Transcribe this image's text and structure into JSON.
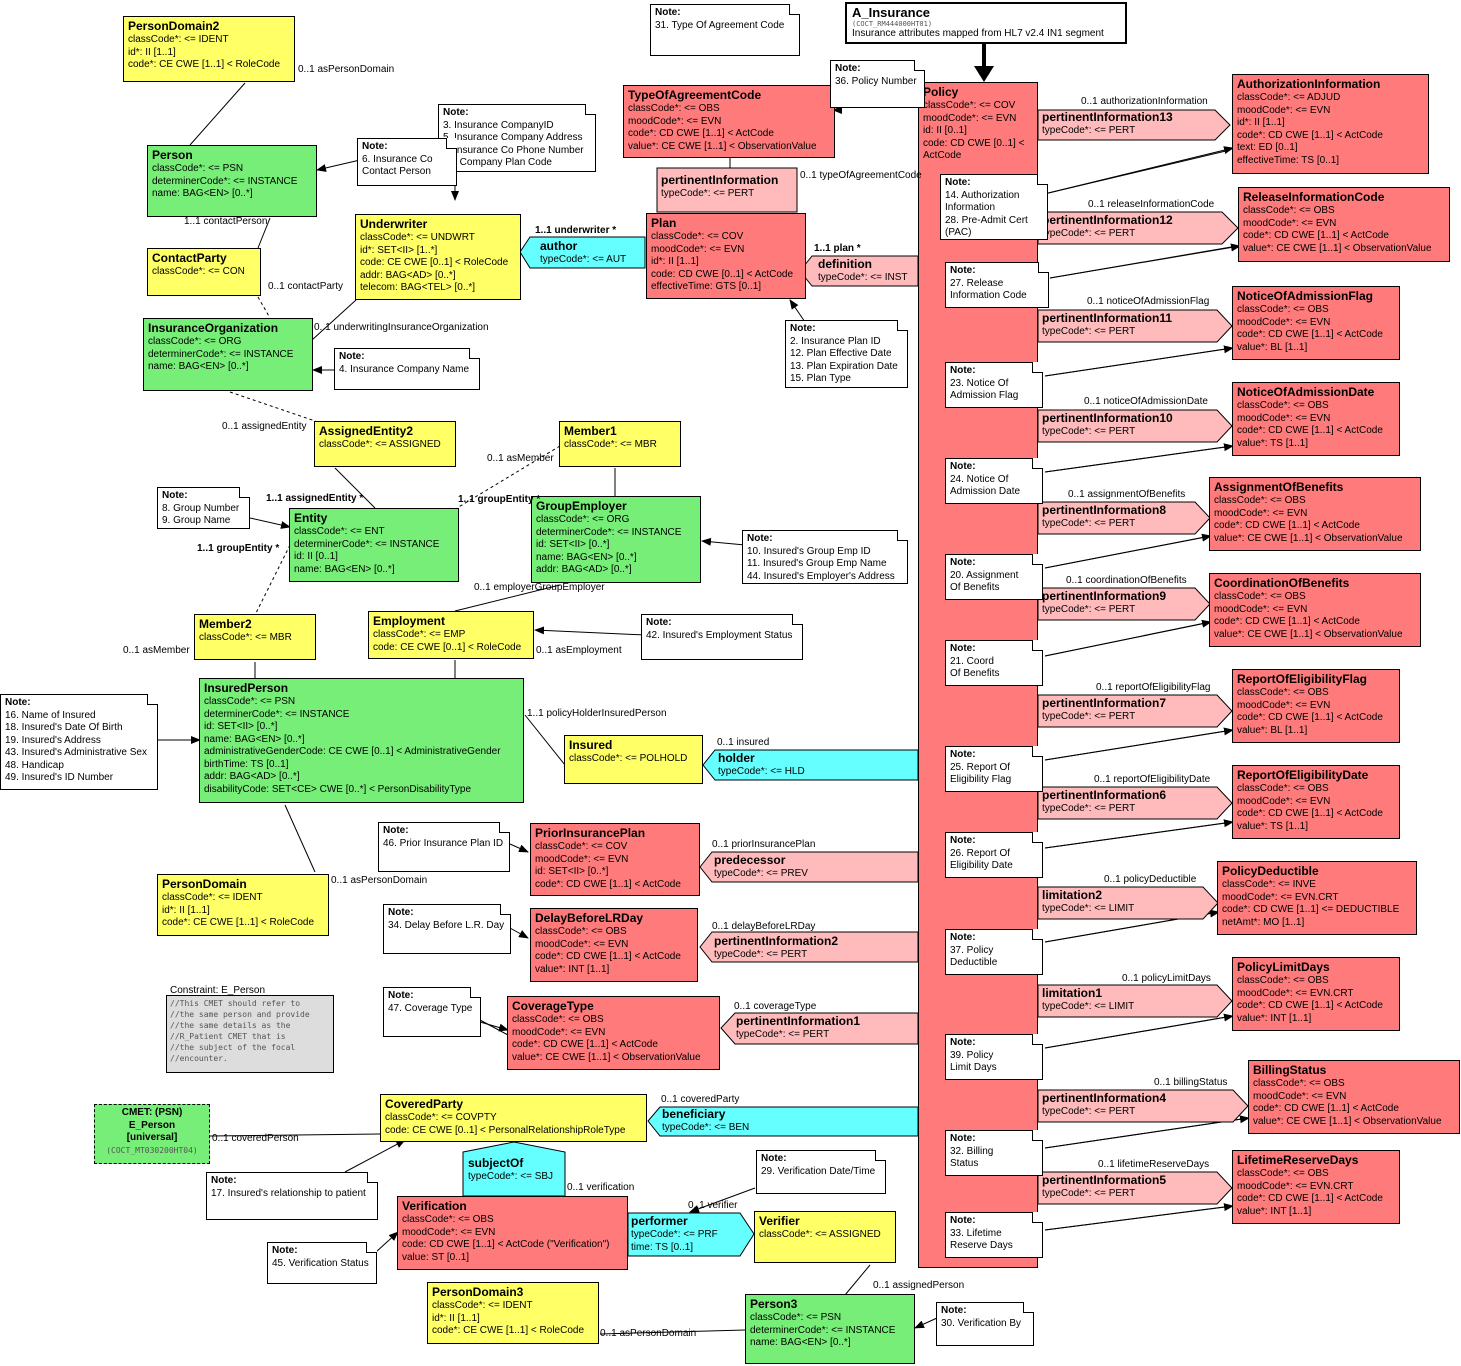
{
  "title": {
    "name": "A_Insurance",
    "code": "(COCT_RM444000HT01)",
    "subtitle": "Insurance attributes mapped from HL7 v2.4 IN1 segment"
  },
  "classes": {
    "person_domain2": {
      "name": "PersonDomain2",
      "lines": [
        "classCode*: <= IDENT",
        "id*: II [1..1]",
        "code*: CE CWE [1..1] < RoleCode"
      ]
    },
    "person": {
      "name": "Person",
      "lines": [
        "classCode*: <= PSN",
        "determinerCode*: <= INSTANCE",
        "name: BAG<EN> [0..*]"
      ]
    },
    "contact_party": {
      "name": "ContactParty",
      "lines": [
        "classCode*: <= CON"
      ]
    },
    "insurance_org": {
      "name": "InsuranceOrganization",
      "lines": [
        "classCode*: <= ORG",
        "determinerCode*: <= INSTANCE",
        "name: BAG<EN> [0..*]"
      ]
    },
    "underwriter": {
      "name": "Underwriter",
      "lines": [
        "classCode*: <= UNDWRT",
        "id*: SET<II> [1..*]",
        "code: CE CWE [0..1] < RoleCode",
        "addr: BAG<AD> [0..*]",
        "telecom: BAG<TEL> [0..*]"
      ]
    },
    "type_of_agreement_code": {
      "name": "TypeOfAgreementCode",
      "lines": [
        "classCode*: <= OBS",
        "moodCode*: <= EVN",
        "code*: CD CWE [1..1] < ActCode",
        "value*: CE CWE [1..1] < ObservationValue"
      ]
    },
    "plan": {
      "name": "Plan",
      "lines": [
        "classCode*: <= COV",
        "moodCode*: <= EVN",
        "id*: II [1..1]",
        "code: CD CWE [0..1] < ActCode",
        "effectiveTime: GTS [0..1]"
      ]
    },
    "policy": {
      "name": "Policy",
      "lines": [
        "classCode*: <= COV",
        "moodCode*: <= EVN",
        "id: II [0..1]",
        "code: CD CWE [0..1] <",
        "ActCode"
      ]
    },
    "assigned_entity2": {
      "name": "AssignedEntity2",
      "lines": [
        "classCode*: <= ASSIGNED"
      ]
    },
    "member1": {
      "name": "Member1",
      "lines": [
        "classCode*: <= MBR"
      ]
    },
    "entity": {
      "name": "Entity",
      "lines": [
        "classCode*: <= ENT",
        "determinerCode*: <= INSTANCE",
        "id: II [0..1]",
        "name: BAG<EN> [0..*]"
      ]
    },
    "group_employer": {
      "name": "GroupEmployer",
      "lines": [
        "classCode*: <= ORG",
        "determinerCode*: <= INSTANCE",
        "id: SET<II> [0..*]",
        "name: BAG<EN> [0..*]",
        "addr: BAG<AD> [0..*]"
      ]
    },
    "member2": {
      "name": "Member2",
      "lines": [
        "classCode*: <= MBR"
      ]
    },
    "employment": {
      "name": "Employment",
      "lines": [
        "classCode*: <= EMP",
        "code: CE CWE [0..1] < RoleCode"
      ]
    },
    "insured_person": {
      "name": "InsuredPerson",
      "lines": [
        "classCode*: <= PSN",
        "determinerCode*: <= INSTANCE",
        "id: SET<II> [0..*]",
        "name: BAG<EN> [0..*]",
        "administrativeGenderCode: CE CWE [0..1] < AdministrativeGender",
        "birthTime: TS [0..1]",
        "addr: BAG<AD> [0..*]",
        "disabilityCode: SET<CE> CWE [0..*] < PersonDisabilityType"
      ]
    },
    "insured": {
      "name": "Insured",
      "lines": [
        "classCode*: <= POLHOLD"
      ]
    },
    "person_domain": {
      "name": "PersonDomain",
      "lines": [
        "classCode*: <= IDENT",
        "id*: II [1..1]",
        "code*: CE CWE [1..1] < RoleCode"
      ]
    },
    "prior_insurance_plan": {
      "name": "PriorInsurancePlan",
      "lines": [
        "classCode*: <= COV",
        "moodCode*: <= EVN",
        "id: SET<II> [0..*]",
        "code*: CD CWE [1..1] < ActCode"
      ]
    },
    "delay_before_lr_day": {
      "name": "DelayBeforeLRDay",
      "lines": [
        "classCode*: <= OBS",
        "moodCode*: <= EVN",
        "code*: CD CWE [1..1] < ActCode",
        "value*: INT [1..1]"
      ]
    },
    "coverage_type": {
      "name": "CoverageType",
      "lines": [
        "classCode*: <= OBS",
        "moodCode*: <= EVN",
        "code*: CD CWE [1..1] < ActCode",
        "value*: CE CWE [1..1] < ObservationValue"
      ]
    },
    "covered_party": {
      "name": "CoveredParty",
      "lines": [
        "classCode*: <= COVPTY",
        "code: CE CWE [0..1] < PersonalRelationshipRoleType"
      ]
    },
    "verification": {
      "name": "Verification",
      "lines": [
        "classCode*: <= OBS",
        "moodCode*: <= EVN",
        "code: CD CWE [1..1] < ActCode (\"Verification\")",
        "value: ST [0..1]"
      ]
    },
    "verifier": {
      "name": "Verifier",
      "lines": [
        "classCode*: <= ASSIGNED"
      ]
    },
    "person_domain3": {
      "name": "PersonDomain3",
      "lines": [
        "classCode*: <= IDENT",
        "id*: II [1..1]",
        "code*: CE CWE [1..1] < RoleCode"
      ]
    },
    "person3": {
      "name": "Person3",
      "lines": [
        "classCode*: <= PSN",
        "determinerCode*: <= INSTANCE",
        "name: BAG<EN> [0..*]"
      ]
    },
    "authorization_information": {
      "name": "AuthorizationInformation",
      "lines": [
        "classCode*: <= ADJUD",
        "moodCode*: <= EVN",
        "id*: II [1..1]",
        "code*: CD CWE [1..1] < ActCode",
        "text: ED [0..1]",
        "effectiveTime: TS [0..1]"
      ]
    },
    "release_information_code": {
      "name": "ReleaseInformationCode",
      "lines": [
        "classCode*: <= OBS",
        "moodCode*: <= EVN",
        "code*: CD CWE [1..1] < ActCode",
        "value*: CE CWE [1..1] < ObservationValue"
      ]
    },
    "notice_of_admission_flag": {
      "name": "NoticeOfAdmissionFlag",
      "lines": [
        "classCode*: <= OBS",
        "moodCode*: <= EVN",
        "code*: CD CWE [1..1] < ActCode",
        "value*: BL [1..1]"
      ]
    },
    "notice_of_admission_date": {
      "name": "NoticeOfAdmissionDate",
      "lines": [
        "classCode*: <= OBS",
        "moodCode*: <= EVN",
        "code*: CD CWE [1..1] < ActCode",
        "value*: TS [1..1]"
      ]
    },
    "assignment_of_benefits": {
      "name": "AssignmentOfBenefits",
      "lines": [
        "classCode*: <= OBS",
        "moodCode*: <= EVN",
        "code*: CD CWE [1..1] < ActCode",
        "value*: CE CWE [1..1] < ObservationValue"
      ]
    },
    "coordination_of_benefits": {
      "name": "CoordinationOfBenefits",
      "lines": [
        "classCode*: <= OBS",
        "moodCode*: <= EVN",
        "code*: CD CWE [1..1] < ActCode",
        "value*: CE CWE [1..1] < ObservationValue"
      ]
    },
    "report_of_eligibility_flag": {
      "name": "ReportOfEligibilityFlag",
      "lines": [
        "classCode*: <= OBS",
        "moodCode*: <= EVN",
        "code*: CD CWE [1..1] < ActCode",
        "value*: BL [1..1]"
      ]
    },
    "report_of_eligibility_date": {
      "name": "ReportOfEligibilityDate",
      "lines": [
        "classCode*: <= OBS",
        "moodCode*: <= EVN",
        "code*: CD CWE [1..1] < ActCode",
        "value*: TS [1..1]"
      ]
    },
    "policy_deductible": {
      "name": "PolicyDeductible",
      "lines": [
        "classCode*: <= INVE",
        "moodCode*: <= EVN.CRT",
        "code*: CD CWE [1..1] <= DEDUCTIBLE",
        "netAmt*: MO [1..1]"
      ]
    },
    "policy_limit_days": {
      "name": "PolicyLimitDays",
      "lines": [
        "classCode*: <= OBS",
        "moodCode*: <= EVN.CRT",
        "code*: CD CWE [1..1] < ActCode",
        "value*: INT [1..1]"
      ]
    },
    "billing_status": {
      "name": "BillingStatus",
      "lines": [
        "classCode*: <= OBS",
        "moodCode*: <= EVN",
        "code*: CD CWE [1..1] < ActCode",
        "value*: CE CWE [1..1] < ObservationValue"
      ]
    },
    "lifetime_reserve_days": {
      "name": "LifetimeReserveDays",
      "lines": [
        "classCode*: <= OBS",
        "moodCode*: <= EVN.CRT",
        "code*: CD CWE [1..1] < ActCode",
        "value*: INT [1..1]"
      ]
    }
  },
  "relationships": {
    "author": {
      "name": "author",
      "type": "typeCode*: <= AUT"
    },
    "definition": {
      "name": "definition",
      "type": "typeCode*: <= INST"
    },
    "pertinent_info_top": {
      "name": "pertinentInformation",
      "type": "typeCode*: <= PERT"
    },
    "holder": {
      "name": "holder",
      "type": "typeCode*: <= HLD"
    },
    "predecessor": {
      "name": "predecessor",
      "type": "typeCode*: <= PREV"
    },
    "pi2": {
      "name": "pertinentInformation2",
      "type": "typeCode*: <= PERT"
    },
    "pi1": {
      "name": "pertinentInformation1",
      "type": "typeCode*: <= PERT"
    },
    "beneficiary": {
      "name": "beneficiary",
      "type": "typeCode*: <= BEN"
    },
    "subject_of": {
      "name": "subjectOf",
      "type": "typeCode*: <= SBJ"
    },
    "performer": {
      "name": "performer",
      "type": "typeCode*: <= PRF",
      "extra": "time: TS [0..1]"
    },
    "pi13": {
      "name": "pertinentInformation13",
      "type": "typeCode*: <= PERT"
    },
    "pi12": {
      "name": "pertinentInformation12",
      "type": "typeCode*: <= PERT"
    },
    "pi11": {
      "name": "pertinentInformation11",
      "type": "typeCode*: <= PERT"
    },
    "pi10": {
      "name": "pertinentInformation10",
      "type": "typeCode*: <= PERT"
    },
    "pi8": {
      "name": "pertinentInformation8",
      "type": "typeCode*: <= PERT"
    },
    "pi9": {
      "name": "pertinentInformation9",
      "type": "typeCode*: <= PERT"
    },
    "pi7": {
      "name": "pertinentInformation7",
      "type": "typeCode*: <= PERT"
    },
    "pi6": {
      "name": "pertinentInformation6",
      "type": "typeCode*: <= PERT"
    },
    "limitation2": {
      "name": "limitation2",
      "type": "typeCode*: <= LIMIT"
    },
    "limitation1": {
      "name": "limitation1",
      "type": "typeCode*: <= LIMIT"
    },
    "pi4": {
      "name": "pertinentInformation4",
      "type": "typeCode*: <= PERT"
    },
    "pi5": {
      "name": "pertinentInformation5",
      "type": "typeCode*: <= PERT"
    }
  },
  "cmet": {
    "l1": "CMET: (PSN)",
    "l2": "E_Person",
    "l3": "[universal]",
    "code": "(COCT_MT030200HT04)"
  },
  "constraint": {
    "title": "Constraint: E_Person",
    "lines": [
      "//This CMET should refer to",
      "//the same person and provide",
      "//the same details as the",
      "//R_Patient CMET that is",
      "//the subject of the focal",
      "//encounter."
    ]
  },
  "notes": {
    "n31": {
      "title": "Note:",
      "lines": [
        "31. Type Of Agreement Code"
      ]
    },
    "n36": {
      "title": "Note:",
      "lines": [
        "36. Policy Number"
      ]
    },
    "n3": {
      "title": "Note:",
      "lines": [
        "3. Insurance CompanyID",
        "5. Insurance Company Address",
        "7. Insurance Co Phone Number",
        "35. Company Plan Code"
      ]
    },
    "n6": {
      "title": "Note:",
      "lines": [
        "6. Insurance Co",
        "Contact Person"
      ]
    },
    "n4": {
      "title": "Note:",
      "lines": [
        "4. Insurance Company Name"
      ]
    },
    "n2": {
      "title": "Note:",
      "lines": [
        "2. Insurance Plan ID",
        "12. Plan Effective Date",
        "13. Plan Expiration Date",
        "15. Plan Type"
      ]
    },
    "n8": {
      "title": "Note:",
      "lines": [
        "8. Group Number",
        "9. Group Name"
      ]
    },
    "n10": {
      "title": "Note:",
      "lines": [
        "10. Insured's Group Emp ID",
        "11. Insured's Group Emp Name",
        "44. Insured's Employer's Address"
      ]
    },
    "n42": {
      "title": "Note:",
      "lines": [
        "42. Insured's Employment Status"
      ]
    },
    "n16": {
      "title": "Note:",
      "lines": [
        "16. Name of Insured",
        "18. Insured's Date Of Birth",
        "19. Insured's Address",
        "43. Insured's Administrative Sex",
        "48. Handicap",
        "49. Insured's ID Number"
      ]
    },
    "n46": {
      "title": "Note:",
      "lines": [
        "46. Prior Insurance Plan ID"
      ]
    },
    "n34": {
      "title": "Note:",
      "lines": [
        "34. Delay Before L.R. Day"
      ]
    },
    "n47": {
      "title": "Note:",
      "lines": [
        "47. Coverage Type"
      ]
    },
    "n17": {
      "title": "Note:",
      "lines": [
        "17. Insured's relationship to patient"
      ]
    },
    "n29": {
      "title": "Note:",
      "lines": [
        "29. Verification Date/Time"
      ]
    },
    "n45": {
      "title": "Note:",
      "lines": [
        "45. Verification Status"
      ]
    },
    "n30": {
      "title": "Note:",
      "lines": [
        "30. Verification By"
      ]
    },
    "n14": {
      "title": "Note:",
      "lines": [
        "14. Authorization",
        "Information",
        "28. Pre-Admit Cert",
        "(PAC)"
      ]
    },
    "n27": {
      "title": "Note:",
      "lines": [
        "27. Release",
        "Information Code"
      ]
    },
    "n23": {
      "title": "Note:",
      "lines": [
        "23. Notice Of",
        "Admission Flag"
      ]
    },
    "n24": {
      "title": "Note:",
      "lines": [
        "24. Notice Of",
        "Admission Date"
      ]
    },
    "n20": {
      "title": "Note:",
      "lines": [
        "20. Assignment",
        "Of Benefits"
      ]
    },
    "n21": {
      "title": "Note:",
      "lines": [
        "21. Coord",
        "Of Benefits"
      ]
    },
    "n25": {
      "title": "Note:",
      "lines": [
        "25. Report Of",
        "Eligibility Flag"
      ]
    },
    "n26": {
      "title": "Note:",
      "lines": [
        "26. Report Of",
        "Eligibility Date"
      ]
    },
    "n37": {
      "title": "Note:",
      "lines": [
        "37. Policy",
        "Deductible"
      ]
    },
    "n39": {
      "title": "Note:",
      "lines": [
        "39. Policy",
        "Limit Days"
      ]
    },
    "n32": {
      "title": "Note:",
      "lines": [
        "32. Billing",
        "Status"
      ]
    },
    "n33": {
      "title": "Note:",
      "lines": [
        "33. Lifetime",
        "Reserve Days"
      ]
    }
  },
  "labels": {
    "as_person_domain_top": "0..1 asPersonDomain",
    "contact_person": "1..1 contactPerson",
    "contact_party_l": "0..1 contactParty",
    "underwriting_org": "0..1 underwritingInsuranceOrganization",
    "underwriter_mult": "1..1 underwriter  *",
    "type_of_agreement_code": "0..1 typeOfAgreementCode",
    "plan_mult": "1..1 plan  *",
    "assigned_entity": "0..1 assignedEntity",
    "assigned_entity_mult": "1..1 assignedEntity  *",
    "as_member_top": "0..1 asMember",
    "group_entity_top": "1..1 groupEntity  *",
    "group_entity_left": "1..1 groupEntity  *",
    "employer_group_employer": "0..1 employerGroupEmployer",
    "as_member_left": "0..1 asMember",
    "as_employment": "0..1 asEmployment",
    "policy_holder_insured_person": "1..1 policyHolderInsuredPerson",
    "insured": "0..1 insured",
    "as_person_domain_mid": "0..1 asPersonDomain",
    "prior_insurance_plan": "0..1 priorInsurancePlan",
    "delay_before_lr_day": "0..1 delayBeforeLRDay",
    "coverage_type": "0..1 coverageType",
    "covered_party": "0..1 coveredParty",
    "covered_person": "0..1 coveredPerson",
    "verification": "0..1 verification",
    "verifier": "0..1 verifier",
    "assigned_person": "0..1 assignedPerson",
    "as_person_domain_bot": "0..1 asPersonDomain",
    "authorization_information": "0..1 authorizationInformation",
    "release_information_code": "0..1 releaseInformationCode",
    "notice_of_admission_flag": "0..1 noticeOfAdmissionFlag",
    "notice_of_admission_date": "0..1 noticeOfAdmissionDate",
    "assignment_of_benefits": "0..1 assignmentOfBenefits",
    "coordination_of_benefits": "0..1 coordinationOfBenefits",
    "report_of_eligibility_flag": "0..1 reportOfEligibilityFlag",
    "report_of_eligibility_date": "0..1 reportOfEligibilityDate",
    "policy_deductible": "0..1 policyDeductible",
    "policy_limit_days": "0..1 policyLimitDays",
    "billing_status": "0..1 billingStatus",
    "lifetime_reserve_days": "0..1 lifetimeReserveDays"
  }
}
